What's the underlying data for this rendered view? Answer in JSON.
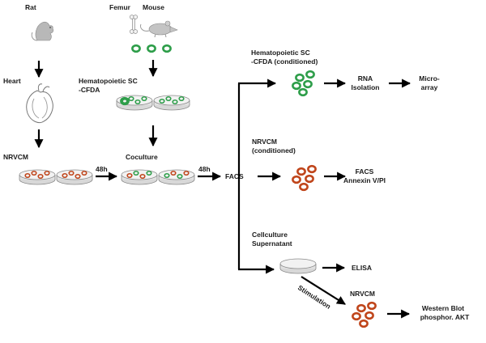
{
  "labels": {
    "rat": "Rat",
    "femur": "Femur",
    "mouse": "Mouse",
    "heart": "Heart",
    "hsc_cfda_1": "Hematopoietic SC",
    "hsc_cfda_2": "-CFDA",
    "nrvcm": "NRVCM",
    "time1": "48h",
    "coculture": "Coculture",
    "time2": "48h",
    "facs": "FACS",
    "hsc_cond_1": "Hematopoietic SC",
    "hsc_cond_2": "-CFDA (conditioned)",
    "rna_1": "RNA",
    "rna_2": "Isolation",
    "micro_1": "Micro-",
    "micro_2": "array",
    "nrvcm_cond_1": "NRVCM",
    "nrvcm_cond_2": "(conditioned)",
    "facs_annex_1": "FACS",
    "facs_annex_2": "Annexin V/PI",
    "supernatant_1": "Cellculture",
    "supernatant_2": "Supernatant",
    "elisa": "ELISA",
    "stimulation": "Stimulation",
    "nrvcm_stim": "NRVCM",
    "western_1": "Western Blot",
    "western_2": "phosphor. AKT"
  },
  "colors": {
    "hsc_green": "#2e9e4a",
    "cardiomyocyte_red": "#c0461c",
    "arrow": "#000000",
    "dish_outline": "#8a8a8a",
    "dish_fill": "#eeeeee"
  }
}
